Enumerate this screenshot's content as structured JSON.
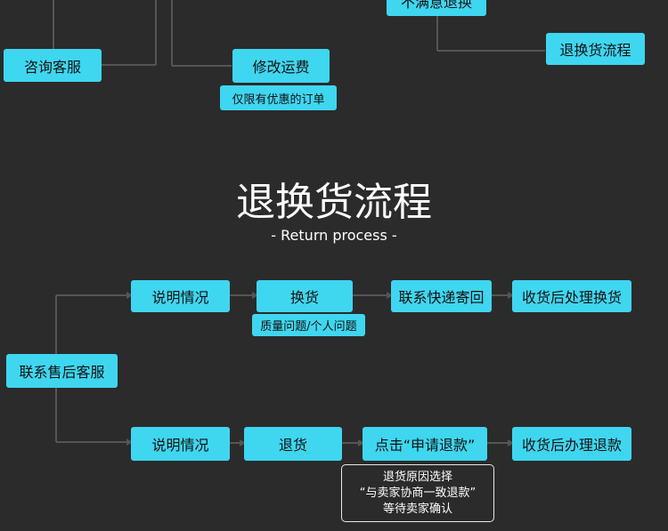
{
  "top": {
    "not_satisfied_return": "不满意退换",
    "return_process_box": "退换货流程",
    "consult_service": "咨询客服",
    "modify_shipping": "修改运费",
    "discount_only": "仅限有优惠的订单"
  },
  "section": {
    "title": "退换货流程",
    "subtitle": "- Return process -"
  },
  "flow": {
    "contact_service": "联系售后客服",
    "explain_1": "说明情况",
    "exchange": "换货",
    "exchange_note": "质量问题/个人问题",
    "contact_courier": "联系快递寄回",
    "process_exchange": "收货后处理换货",
    "explain_2": "说明情况",
    "return": "退货",
    "apply_refund": "点击“申请退款”",
    "process_refund": "收货后办理退款",
    "refund_note": {
      "line1": "退货原因选择",
      "line2": "“与卖家协商一致退款”",
      "line3": "等待卖家确认"
    }
  }
}
